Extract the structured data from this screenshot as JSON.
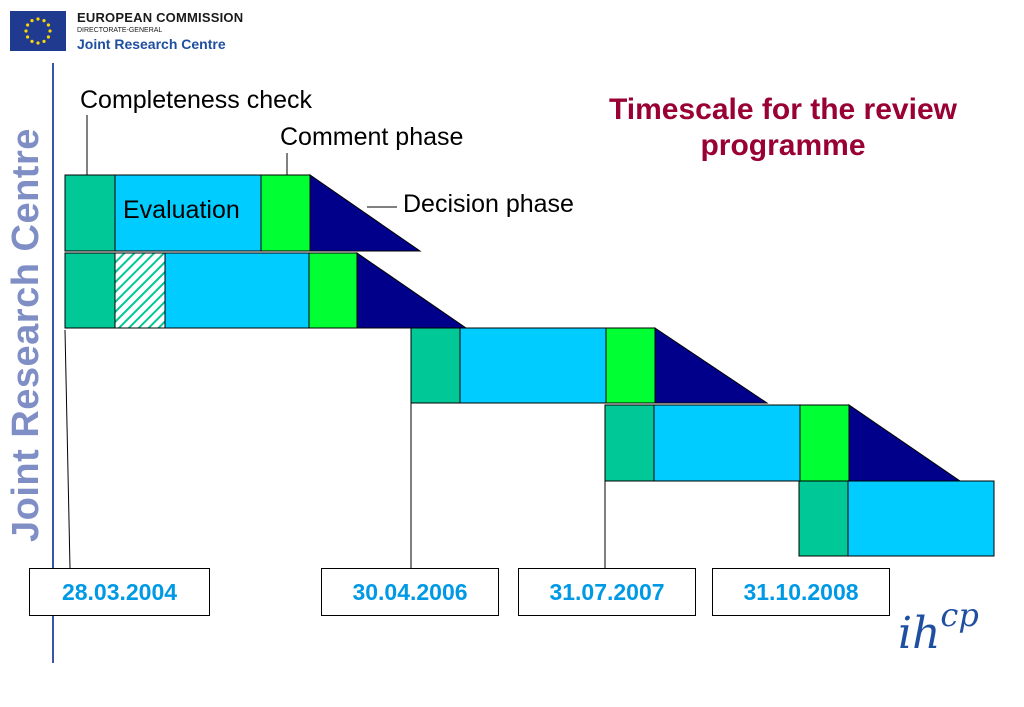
{
  "header": {
    "org_line1": "EUROPEAN COMMISSION",
    "org_line2": "DIRECTORATE-GENERAL",
    "org_line3": "Joint Research Centre"
  },
  "sidebar_text": "Joint Research Centre",
  "title_line1": "Timescale for the review",
  "title_line2": "programme",
  "labels": {
    "completeness": "Completeness check",
    "comment": "Comment phase",
    "evaluation": "Evaluation",
    "decision": "Decision phase"
  },
  "dates": [
    "28.03.2004",
    "30.04.2006",
    "31.07.2007",
    "31.10.2008"
  ],
  "logo": {
    "main": "ih",
    "super": "cp"
  },
  "colors": {
    "completeness": "#00c896",
    "evaluation": "#00ccff",
    "comment": "#00ff33",
    "decision": "#00008b",
    "title": "#990033",
    "date_text": "#0099e6"
  }
}
